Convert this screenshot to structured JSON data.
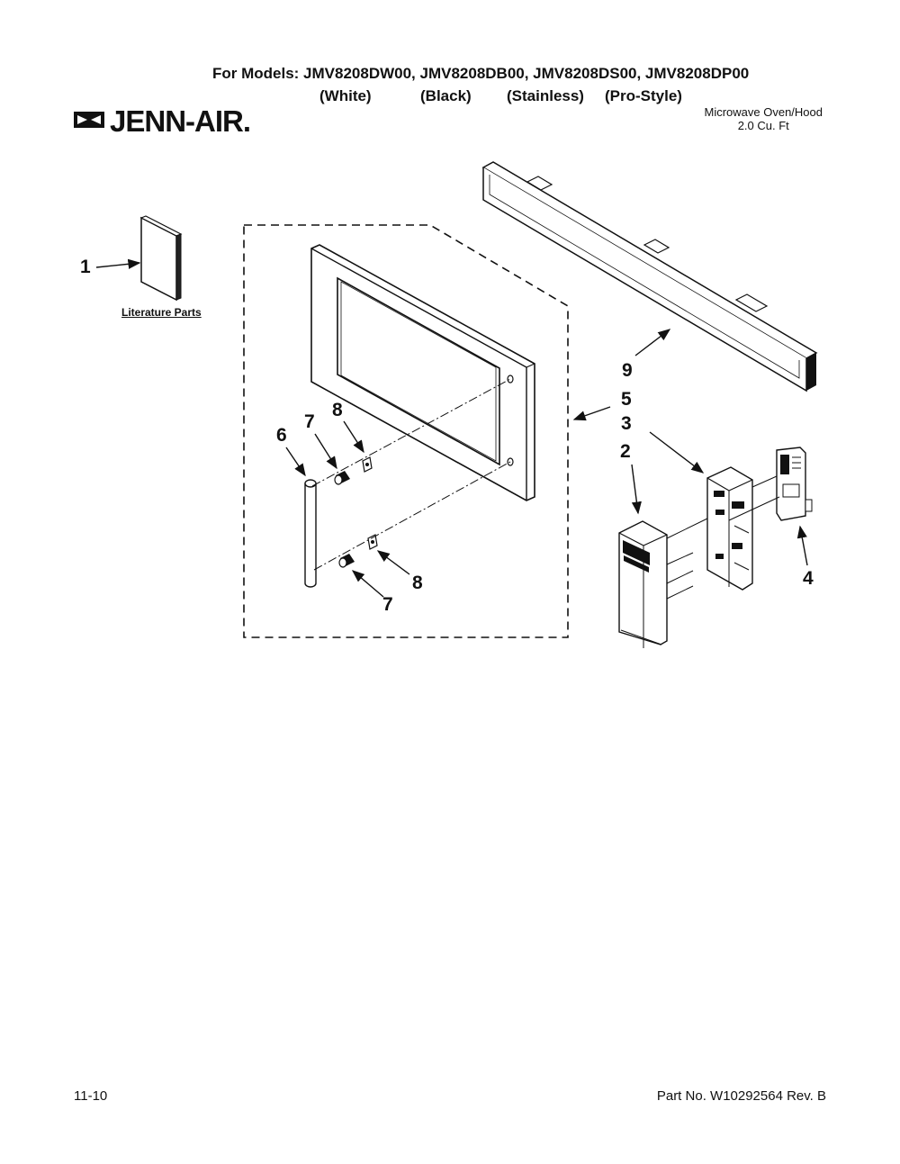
{
  "header": {
    "models_line": "For Models: JMV8208DW00, JMV8208DB00, JMV8208DS00, JMV8208DP00",
    "variants": [
      "(White)",
      "(Black)",
      "(Stainless)",
      "(Pro-Style)"
    ]
  },
  "brand": {
    "name": "JENN-AIR.",
    "icon": "jenn-air-logo-icon"
  },
  "product": {
    "line1": "Microwave Oven/Hood",
    "line2": "2.0 Cu. Ft"
  },
  "diagram": {
    "literature_label": "Literature Parts",
    "callouts": {
      "c1": "1",
      "c2": "2",
      "c3": "3",
      "c4": "4",
      "c5": "5",
      "c6": "6",
      "c7a": "7",
      "c7b": "7",
      "c8a": "8",
      "c8b": "8",
      "c9": "9"
    }
  },
  "footer": {
    "date": "11-10",
    "part_no": "Part No. W10292564 Rev. B"
  }
}
